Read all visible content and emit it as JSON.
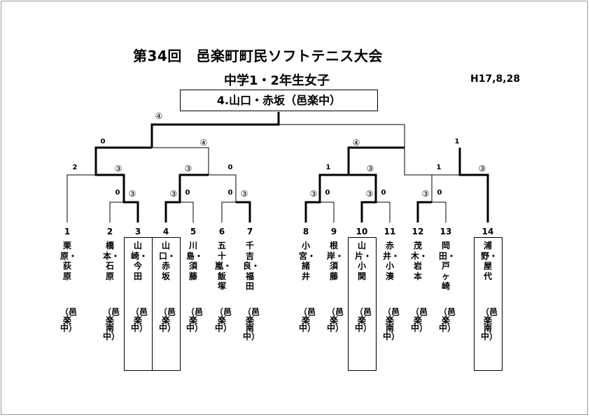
{
  "title": "第34回　邑楽町町民ソフトテニス大会",
  "subtitle": "中学1・2年生女子",
  "date": "H17,8,28",
  "winner": "4.山口・赤坂（邑楽中）",
  "players": [
    {
      "no": "1",
      "names": "栗原・荻原",
      "club": "（邑楽中）"
    },
    {
      "no": "2",
      "names": "橋本・石原",
      "club": "（邑楽南中）"
    },
    {
      "no": "3",
      "names": "山崎・今田",
      "club": "（邑楽中）"
    },
    {
      "no": "4",
      "names": "山口・赤坂",
      "club": "（邑楽中）"
    },
    {
      "no": "5",
      "names": "川島・須藤",
      "club": "（邑楽中）"
    },
    {
      "no": "6",
      "names": "五十嵐・飯塚",
      "club": "（邑楽中）"
    },
    {
      "no": "7",
      "names": "千吉良・福田",
      "club": "（邑楽南中）"
    },
    {
      "no": "8",
      "names": "小宮・諸井",
      "club": "（邑楽中）"
    },
    {
      "no": "9",
      "names": "根岸・須藤",
      "club": "（邑楽中）"
    },
    {
      "no": "10",
      "names": "山片・小関",
      "club": "（邑楽中）"
    },
    {
      "no": "11",
      "names": "赤井・小湊",
      "club": "（邑楽南中）"
    },
    {
      "no": "12",
      "names": "茂木・岩本",
      "club": "（邑楽中）"
    },
    {
      "no": "13",
      "names": "岡田・戸ヶ崎",
      "club": "（邑楽中）"
    },
    {
      "no": "14",
      "names": "浦野・屋代",
      "club": "（邑楽南中）"
    }
  ],
  "scores": [
    {
      "id": "top-left",
      "text": "④"
    },
    {
      "id": "semi-left-left",
      "text": "0"
    },
    {
      "id": "semi-left-right",
      "text": "④"
    },
    {
      "id": "semi-right-left",
      "text": "④"
    },
    {
      "id": "semi-right-right",
      "text": "1"
    },
    {
      "id": "qf-1-left",
      "text": "2"
    },
    {
      "id": "qf-1-right",
      "text": "③"
    },
    {
      "id": "qf-2-left",
      "text": "③"
    },
    {
      "id": "qf-2-right",
      "text": "0"
    },
    {
      "id": "qf-3-left",
      "text": "1"
    },
    {
      "id": "qf-3-right",
      "text": "③"
    },
    {
      "id": "qf-4-left",
      "text": "1"
    },
    {
      "id": "qf-4-right",
      "text": "③"
    },
    {
      "id": "r1-2v3-left",
      "text": "0"
    },
    {
      "id": "r1-2v3-right",
      "text": "③"
    },
    {
      "id": "r1-4v5-left",
      "text": "③"
    },
    {
      "id": "r1-4v5-right",
      "text": "0"
    },
    {
      "id": "r1-6v7-left",
      "text": "0"
    },
    {
      "id": "r1-6v7-right",
      "text": "③"
    },
    {
      "id": "r1-8v9-left",
      "text": "③"
    },
    {
      "id": "r1-8v9-right",
      "text": "0"
    },
    {
      "id": "r1-10v11-left",
      "text": "③"
    },
    {
      "id": "r1-10v11-right",
      "text": "0"
    },
    {
      "id": "r1-12v13-left",
      "text": "③"
    },
    {
      "id": "r1-12v13-right",
      "text": "0"
    }
  ]
}
